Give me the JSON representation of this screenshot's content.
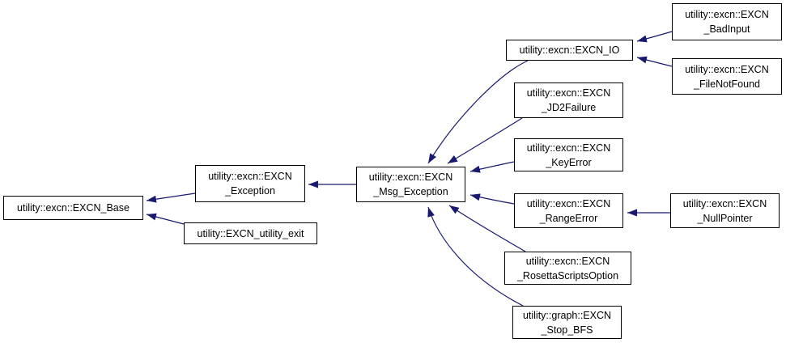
{
  "diagram": {
    "type": "class-inheritance-graph",
    "background_color": "#ffffff",
    "colors": {
      "arrow": "#191970",
      "node_border": "#000000",
      "node_fill": "#ffffff",
      "node_text": "#000000"
    },
    "nodes": {
      "base": {
        "label": "utility::excn::EXCN_Base",
        "label_lines": [
          "utility::excn::EXCN_Base"
        ]
      },
      "exception": {
        "label": "utility::excn::EXCN_Exception",
        "label_lines": [
          "utility::excn::EXCN",
          "_Exception"
        ]
      },
      "utility_exit": {
        "label": "utility::EXCN_utility_exit",
        "label_lines": [
          "utility::EXCN_utility_exit"
        ]
      },
      "msg_exception": {
        "label": "utility::excn::EXCN_Msg_Exception",
        "label_lines": [
          "utility::excn::EXCN",
          "_Msg_Exception"
        ]
      },
      "io": {
        "label": "utility::excn::EXCN_IO",
        "label_lines": [
          "utility::excn::EXCN_IO"
        ]
      },
      "jd2failure": {
        "label": "utility::excn::EXCN_JD2Failure",
        "label_lines": [
          "utility::excn::EXCN",
          "_JD2Failure"
        ]
      },
      "keyerror": {
        "label": "utility::excn::EXCN_KeyError",
        "label_lines": [
          "utility::excn::EXCN",
          "_KeyError"
        ]
      },
      "rangeerror": {
        "label": "utility::excn::EXCN_RangeError",
        "label_lines": [
          "utility::excn::EXCN",
          "_RangeError"
        ]
      },
      "rosettascriptsoption": {
        "label": "utility::excn::EXCN_RosettaScriptsOption",
        "label_lines": [
          "utility::excn::EXCN",
          "_RosettaScriptsOption"
        ]
      },
      "stop_bfs": {
        "label": "utility::graph::EXCN_Stop_BFS",
        "label_lines": [
          "utility::graph::EXCN",
          "_Stop_BFS"
        ]
      },
      "badinput": {
        "label": "utility::excn::EXCN_BadInput",
        "label_lines": [
          "utility::excn::EXCN",
          "_BadInput"
        ]
      },
      "filenotfound": {
        "label": "utility::excn::EXCN_FileNotFound",
        "label_lines": [
          "utility::excn::EXCN",
          "_FileNotFound"
        ]
      },
      "nullpointer": {
        "label": "utility::excn::EXCN_NullPointer",
        "label_lines": [
          "utility::excn::EXCN",
          "_NullPointer"
        ]
      }
    },
    "edges": [
      {
        "from": "exception",
        "to": "base",
        "relation": "inherits"
      },
      {
        "from": "utility_exit",
        "to": "base",
        "relation": "inherits"
      },
      {
        "from": "msg_exception",
        "to": "exception",
        "relation": "inherits"
      },
      {
        "from": "io",
        "to": "msg_exception",
        "relation": "inherits"
      },
      {
        "from": "jd2failure",
        "to": "msg_exception",
        "relation": "inherits"
      },
      {
        "from": "keyerror",
        "to": "msg_exception",
        "relation": "inherits"
      },
      {
        "from": "rangeerror",
        "to": "msg_exception",
        "relation": "inherits"
      },
      {
        "from": "rosettascriptsoption",
        "to": "msg_exception",
        "relation": "inherits"
      },
      {
        "from": "stop_bfs",
        "to": "msg_exception",
        "relation": "inherits"
      },
      {
        "from": "badinput",
        "to": "io",
        "relation": "inherits"
      },
      {
        "from": "filenotfound",
        "to": "io",
        "relation": "inherits"
      },
      {
        "from": "nullpointer",
        "to": "rangeerror",
        "relation": "inherits"
      }
    ]
  }
}
